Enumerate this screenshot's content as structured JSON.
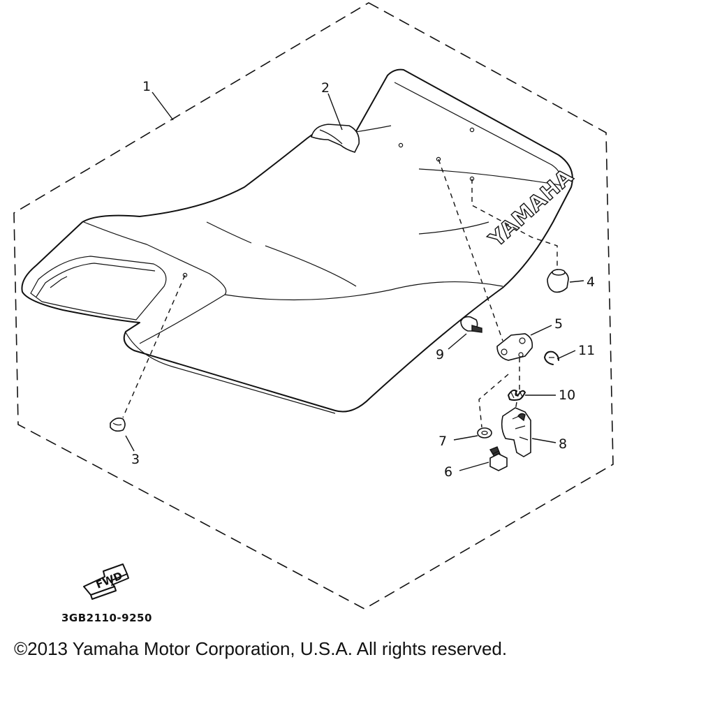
{
  "diagram": {
    "brand_lettering": "YAMAHA",
    "fwd_label": "FWD",
    "drawing_code": "3GB2110-9250",
    "copyright": "©2013 Yamaha Motor Corporation, U.S.A. All rights reserved.",
    "callouts": [
      "1",
      "2",
      "3",
      "4",
      "5",
      "6",
      "7",
      "8",
      "9",
      "10",
      "11"
    ]
  }
}
